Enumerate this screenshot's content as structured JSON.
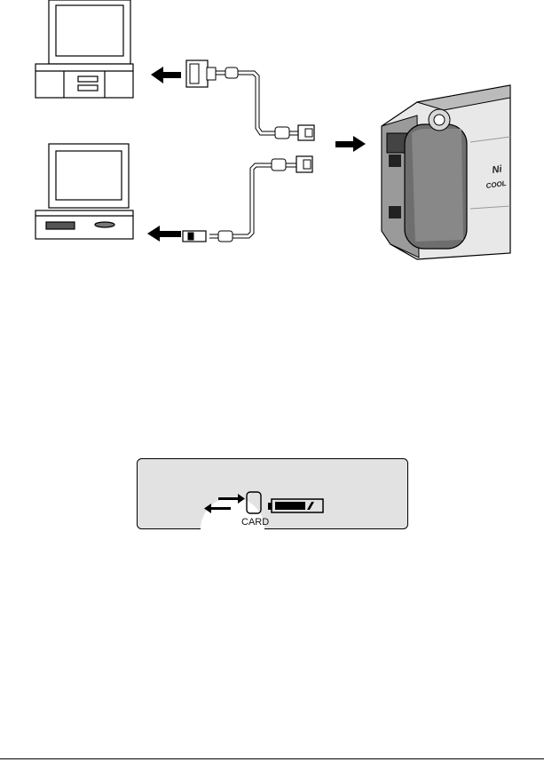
{
  "illustration": {
    "brand_partial": "Ni",
    "model_partial": "COOL"
  },
  "lcd": {
    "card_label": "CARD"
  }
}
